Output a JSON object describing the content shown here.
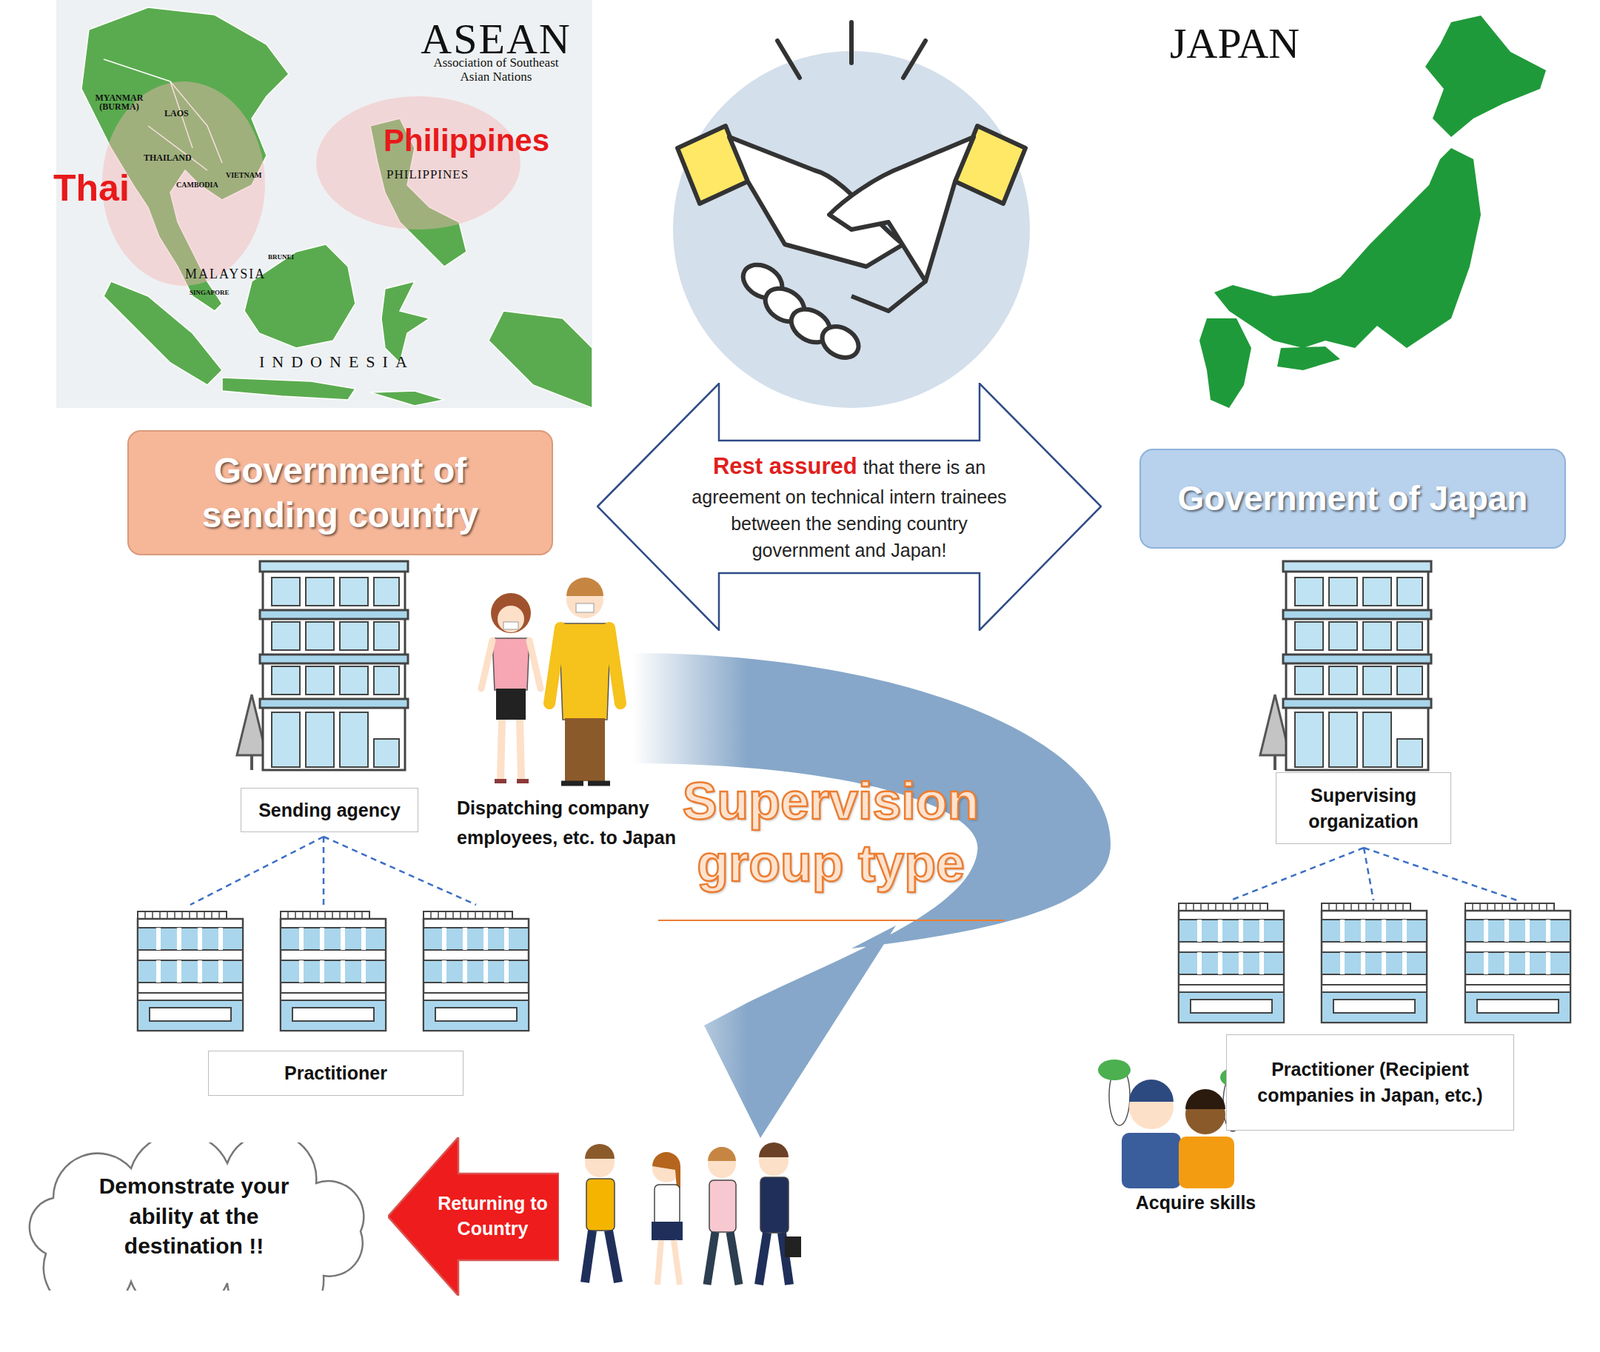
{
  "diagram": {
    "nodes": [
      {
        "text": [
          "Government of sending country"
        ]
      },
      {
        "text": [
          "Rest assured",
          "that there is an agreement on technical intern trainees between the sending country government and Japan!"
        ]
      },
      {
        "text": [
          "Government of Japan"
        ]
      },
      {
        "text": [
          "Sending agency"
        ]
      },
      {
        "text": [
          "Supervising organization"
        ]
      },
      {
        "text": [
          "Practitioner"
        ]
      },
      {
        "text": [
          "Practitioner (Recipient companies in Japan, etc.)"
        ]
      },
      {
        "text": [
          "Returning to Country"
        ]
      },
      {
        "text": [
          "Demonstrate your ability at the destination !!"
        ]
      }
    ],
    "labels": [
      "ASEAN",
      "Association of Southeast Asian Nations",
      "JAPAN",
      "Thai",
      "Philippines",
      "MYANMAR (BURMA)",
      "LAOS",
      "THAILAND",
      "CAMBODIA",
      "VIETNAM",
      "PHILIPPINES",
      "MALAYSIA",
      "BRUNEI",
      "SINGAPORE",
      "INDONESIA",
      "Dispatching company employees, etc. to Japan",
      "Supervision group type",
      "Acquire skills"
    ]
  }
}
